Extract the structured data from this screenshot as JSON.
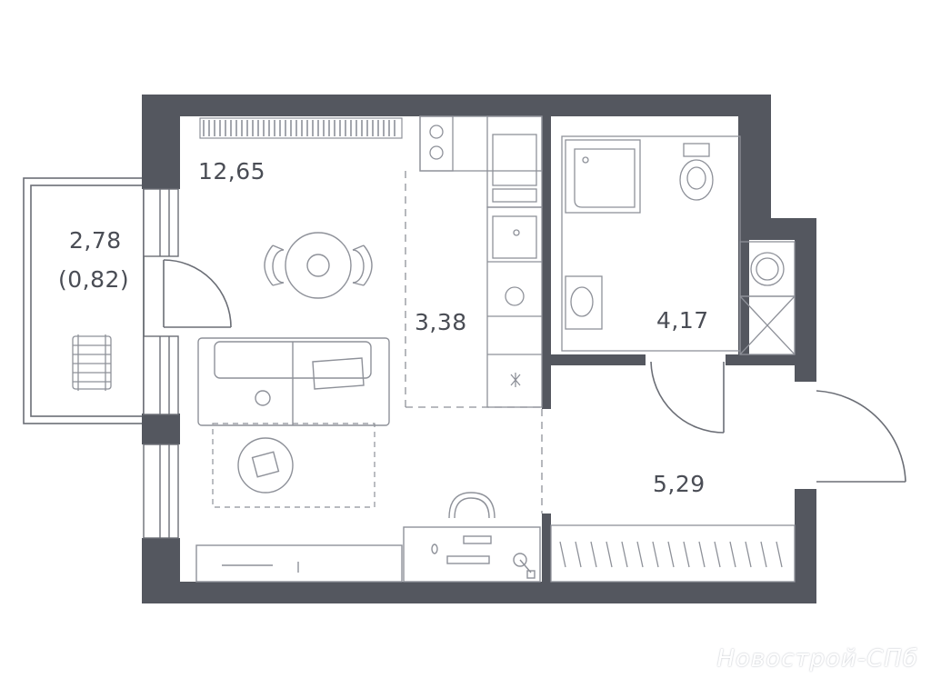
{
  "rooms": {
    "living": {
      "area": "12,65"
    },
    "balcony": {
      "area": "2,78",
      "reduced_area": "(0,82)"
    },
    "kitchen": {
      "area": "3,38"
    },
    "bathroom": {
      "area": "4,17"
    },
    "hallway": {
      "area": "5,29"
    }
  },
  "colors": {
    "wall": "#54575f",
    "line": "#6b6e76",
    "furniture": "#8e9199"
  },
  "watermark": "Новострой-СПб"
}
